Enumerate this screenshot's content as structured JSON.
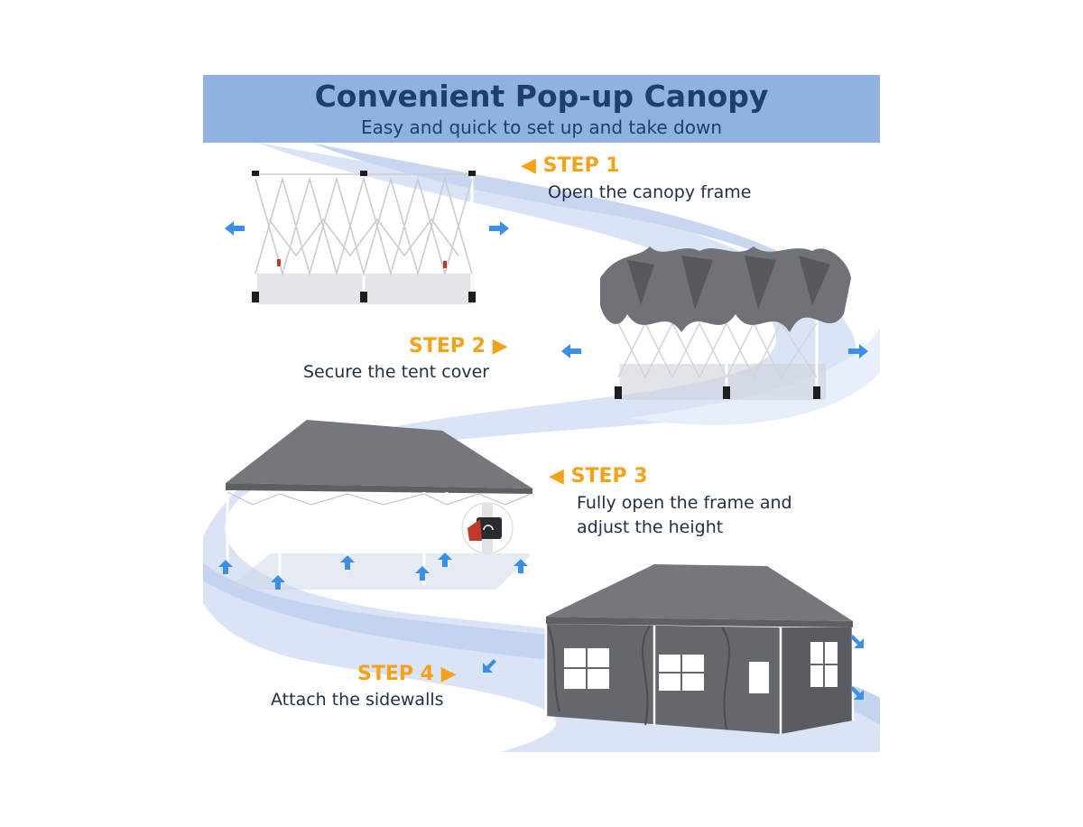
{
  "header": {
    "title": "Convenient Pop-up Canopy",
    "subtitle": "Easy and quick to set up and take down"
  },
  "steps": [
    {
      "label": "STEP 1",
      "pointer": "◀",
      "text": "Open the canopy frame"
    },
    {
      "label": "STEP 2",
      "pointer": "▶",
      "text": "Secure the tent cover"
    },
    {
      "label": "STEP 3",
      "pointer": "◀",
      "lines": [
        "Fully open the frame and",
        "adjust the height"
      ]
    },
    {
      "label": "STEP 4",
      "pointer": "▶",
      "text": "Attach the sidewalls"
    }
  ],
  "colors": {
    "banner": "#8fb2e0",
    "title_text": "#1f3f6b",
    "step_accent": "#f5a21b",
    "path": "#dbe4f6",
    "canopy_gray": "#6f7276",
    "arrow_blue": "#3b8fe6"
  }
}
